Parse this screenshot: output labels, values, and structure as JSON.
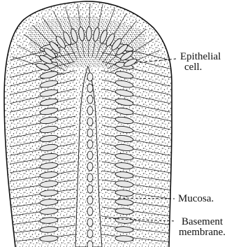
{
  "diagram": {
    "labels": {
      "epithelial_line1": "Epithelial",
      "epithelial_line2": "cell.",
      "mucosa": "Mucosa.",
      "basement_line1": "Basement",
      "basement_line2": "membrane."
    },
    "colors": {
      "ink": "#111111",
      "stipple": "#3a3a3a",
      "background": "#ffffff"
    }
  }
}
